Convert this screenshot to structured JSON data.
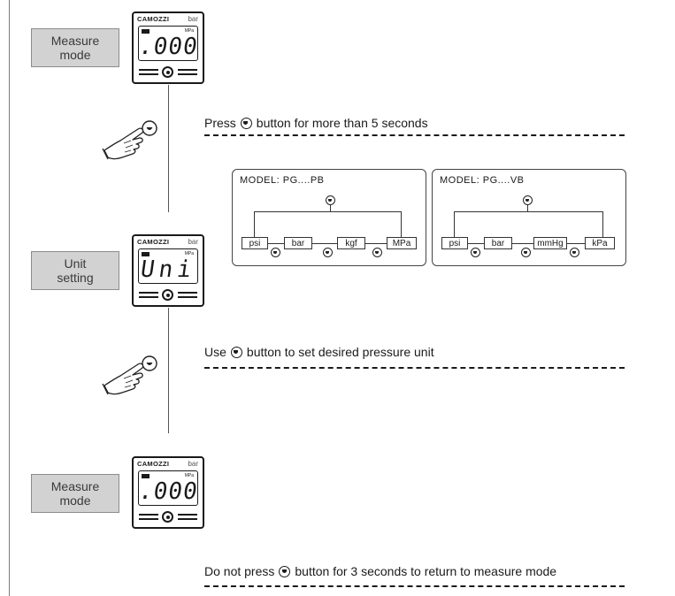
{
  "steps": [
    {
      "label_line1": "Measure",
      "label_line2": "mode",
      "device": {
        "brand": "CAMOZZI",
        "unit": "bar",
        "small_unit": "MPa",
        "reading": ".000"
      }
    },
    {
      "label_line1": "Unit",
      "label_line2": "setting",
      "device": {
        "brand": "CAMOZZI",
        "unit": "bar",
        "small_unit": "MPa",
        "reading": "Uni"
      }
    },
    {
      "label_line1": "Measure",
      "label_line2": "mode",
      "device": {
        "brand": "CAMOZZI",
        "unit": "bar",
        "small_unit": "MPa",
        "reading": ".000"
      }
    }
  ],
  "instructions": [
    {
      "before": "Press",
      "after": "button for more than 5 seconds"
    },
    {
      "before": "Use",
      "after": "button to  set desired pressure unit"
    },
    {
      "before": "Do not press",
      "after": "button for 3 seconds to return to measure mode"
    }
  ],
  "models": [
    {
      "title": "MODEL: PG....PB",
      "units": [
        "psi",
        "bar",
        "kgf",
        "MPa"
      ]
    },
    {
      "title": "MODEL: PG....VB",
      "units": [
        "psi",
        "bar",
        "mmHg",
        "kPa"
      ]
    }
  ],
  "icons": {
    "press_hand": "hand-pressing-button-icon",
    "button": "mode-button-icon"
  }
}
